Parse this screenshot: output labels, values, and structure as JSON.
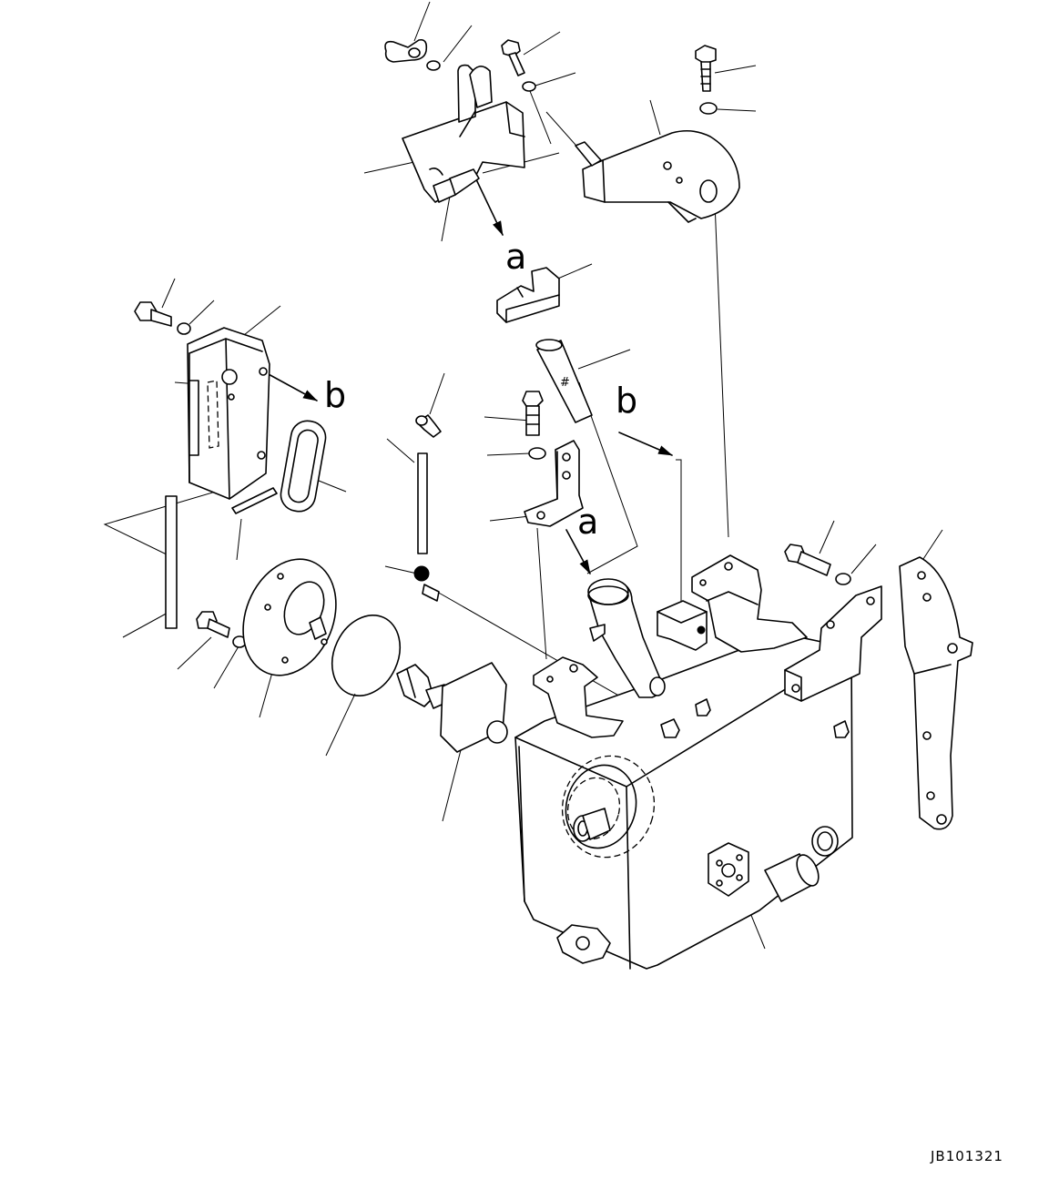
{
  "diagram": {
    "drawing_number": "JB101321",
    "view_ref_a": "a",
    "view_ref_b": "b",
    "fill_marker": "#"
  }
}
